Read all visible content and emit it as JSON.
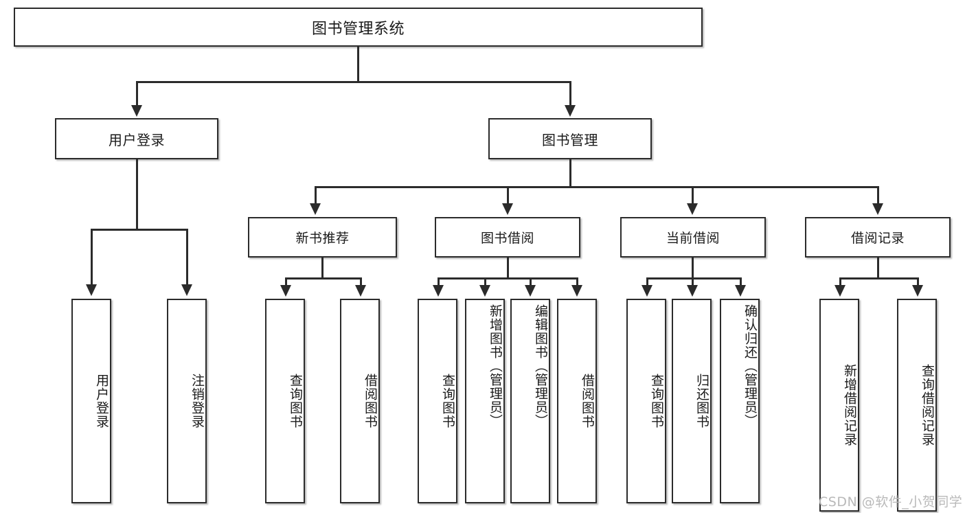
{
  "diagram": {
    "type": "tree-hierarchy",
    "title": "图书管理系统",
    "root": {
      "label": "图书管理系统"
    },
    "level2": [
      {
        "id": "user-login",
        "label": "用户登录"
      },
      {
        "id": "book-manage",
        "label": "图书管理"
      }
    ],
    "level3": [
      {
        "id": "new-book-rec",
        "label": "新书推荐",
        "parent": "book-manage"
      },
      {
        "id": "book-borrow",
        "label": "图书借阅",
        "parent": "book-manage"
      },
      {
        "id": "current-borrow",
        "label": "当前借阅",
        "parent": "book-manage"
      },
      {
        "id": "borrow-record",
        "label": "借阅记录",
        "parent": "book-manage"
      }
    ],
    "leaves": {
      "user-login": [
        {
          "id": "leaf-user-login",
          "label": "用户登录"
        },
        {
          "id": "leaf-logout",
          "label": "注销登录"
        }
      ],
      "new-book-rec": [
        {
          "id": "leaf-query-book-1",
          "label": "查询图书"
        },
        {
          "id": "leaf-borrow-book-1",
          "label": "借阅图书"
        }
      ],
      "book-borrow": [
        {
          "id": "leaf-query-book-2",
          "label": "查询图书"
        },
        {
          "id": "leaf-add-book",
          "label": "新增图书（管理员）"
        },
        {
          "id": "leaf-edit-book",
          "label": "编辑图书（管理员）"
        },
        {
          "id": "leaf-borrow-book-2",
          "label": "借阅图书"
        }
      ],
      "current-borrow": [
        {
          "id": "leaf-query-book-3",
          "label": "查询图书"
        },
        {
          "id": "leaf-return-book",
          "label": "归还图书"
        },
        {
          "id": "leaf-confirm-return",
          "label": "确认归还（管理员）"
        }
      ],
      "borrow-record": [
        {
          "id": "leaf-add-record",
          "label": "新增借阅记录"
        },
        {
          "id": "leaf-query-record",
          "label": "查询借阅记录"
        }
      ]
    }
  },
  "watermark": {
    "text": "CSDN @软件_小贺同学"
  },
  "colors": {
    "stroke": "#2b2b2b",
    "fill": "#ffffff",
    "text": "#1a1a1a",
    "watermark": "#b9b9b9"
  }
}
